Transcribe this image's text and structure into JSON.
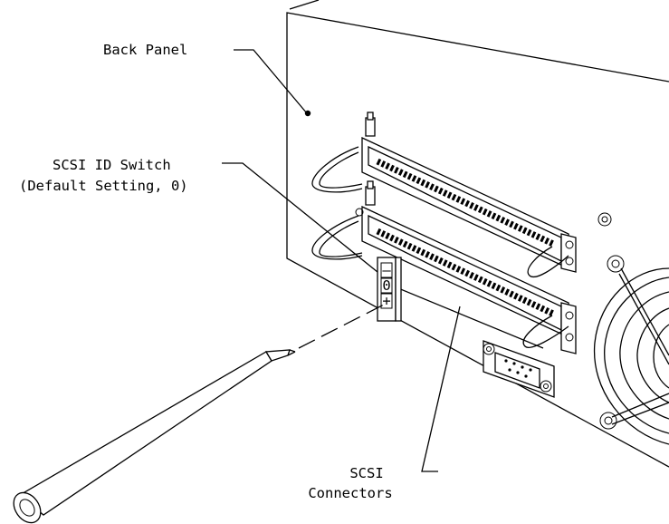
{
  "labels": {
    "back_panel": "Back Panel",
    "scsi_id_switch_line1": "SCSI ID Switch",
    "scsi_id_switch_line2": "(Default Setting, 0)",
    "switch_minus": "–",
    "switch_value": "0",
    "switch_plus": "+",
    "scsi_connectors_line1": "SCSI",
    "scsi_connectors_line2": "Connectors"
  }
}
